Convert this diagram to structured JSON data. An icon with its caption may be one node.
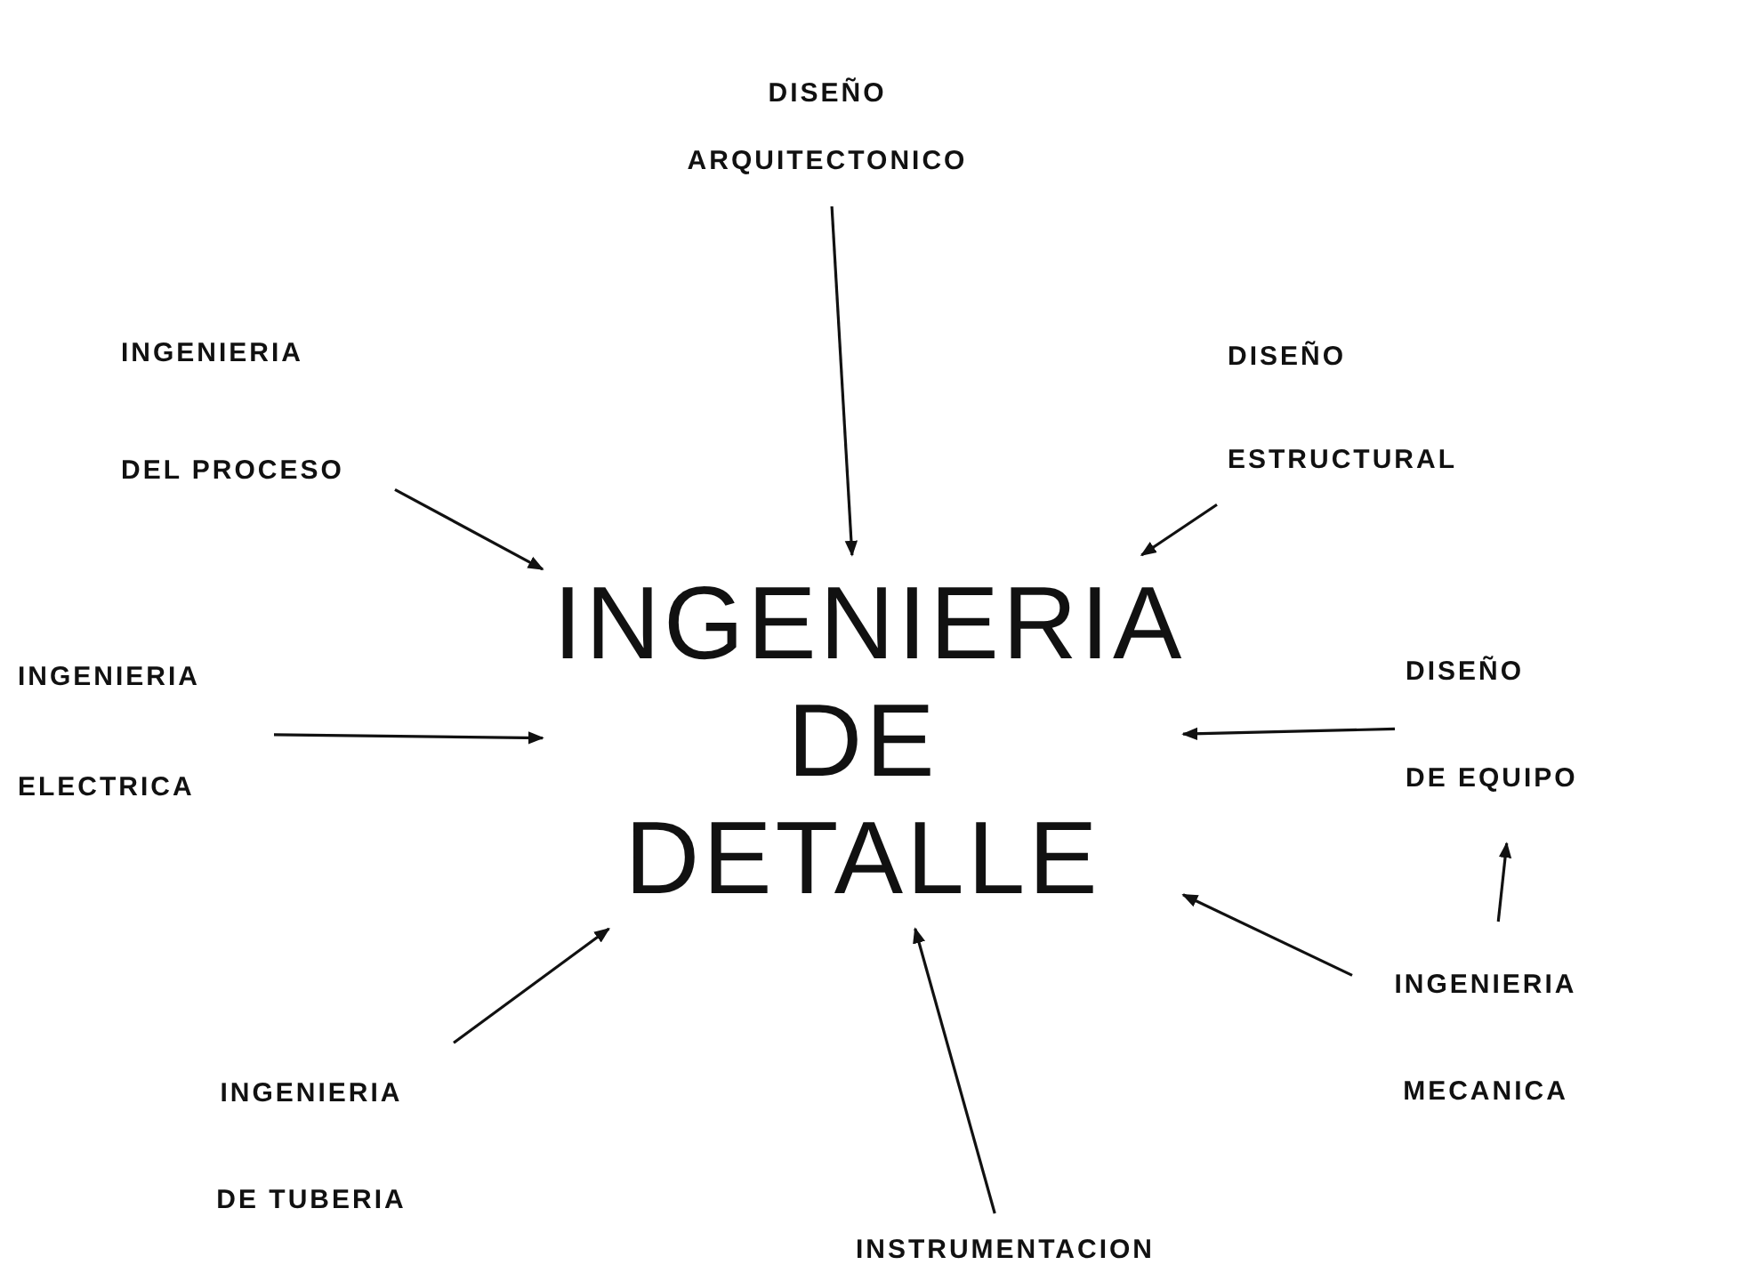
{
  "diagram": {
    "nodes": [
      {
        "text": [
          "INGENIERIA DE DETALLE"
        ]
      },
      {
        "text": [
          "DISEÑO ARQUITECTONICO"
        ]
      },
      {
        "text": [
          "INGENIERIA DEL PROCESO"
        ]
      },
      {
        "text": [
          "DISEÑO ESTRUCTURAL"
        ]
      },
      {
        "text": [
          "INGENIERIA ELECTRICA"
        ]
      },
      {
        "text": [
          "DISEÑO DE EQUIPO"
        ]
      },
      {
        "text": [
          "INGENIERIA MECANICA"
        ]
      },
      {
        "text": [
          "INGENIERIA DE TUBERIA"
        ]
      },
      {
        "text": [
          "INSTRUMENTACION"
        ]
      }
    ],
    "edges": [
      {
        "from": 1,
        "to": 0,
        "arrow": "to"
      },
      {
        "from": 2,
        "to": 0,
        "arrow": "to"
      },
      {
        "from": 3,
        "to": 0,
        "arrow": "to"
      },
      {
        "from": 4,
        "to": 0,
        "arrow": "to"
      },
      {
        "from": 5,
        "to": 0,
        "arrow": "to"
      },
      {
        "from": 6,
        "to": 5,
        "arrow": "to"
      },
      {
        "from": 6,
        "to": 0,
        "arrow": "to"
      },
      {
        "from": 7,
        "to": 0,
        "arrow": "to"
      },
      {
        "from": 8,
        "to": 0,
        "arrow": "to"
      }
    ]
  }
}
